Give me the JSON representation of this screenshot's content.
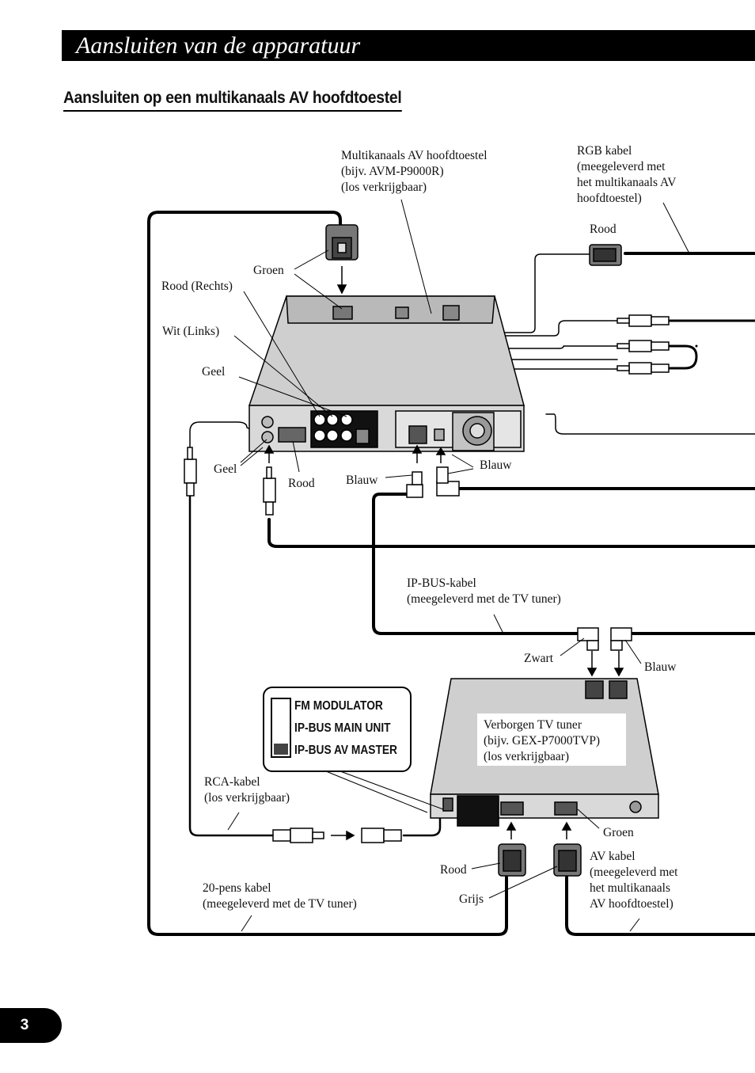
{
  "header": {
    "title": "Aansluiten van de apparatuur"
  },
  "section": {
    "title": "Aansluiten op een multikanaals AV hoofdtoestel"
  },
  "labels": {
    "av_main_unit": [
      "Multikanaals AV hoofdtoestel",
      "(bijv. AVM-P9000R)",
      "(los verkrijgbaar)"
    ],
    "rgb_cable": [
      "RGB kabel",
      "(meegeleverd met",
      "het multikanaals AV",
      "hoofdtoestel)"
    ],
    "rood_top": "Rood",
    "groen_top": "Groen",
    "rood_rechts": "Rood (Rechts)",
    "wit_links": "Wit (Links)",
    "geel_1": "Geel",
    "geel_2": "Geel",
    "rood_mid": "Rood",
    "blauw_left": "Blauw",
    "blauw_right": "Blauw",
    "ipbus_cable": [
      "IP-BUS-kabel",
      "(meegeleverd met de TV tuner)"
    ],
    "zwart": "Zwart",
    "blauw_tuner": "Blauw",
    "tv_tuner": [
      "Verborgen TV tuner",
      "(bijv. GEX-P7000TVP)",
      "(los verkrijgbaar)"
    ],
    "rca_cable": [
      "RCA-kabel",
      "(los verkrijgbaar)"
    ],
    "groen_bottom": "Groen",
    "av_cable": [
      "AV kabel",
      "(meegeleverd met",
      "het multikanaals",
      "AV hoofdtoestel)"
    ],
    "rood_bottom": "Rood",
    "grijs": "Grijs",
    "pin20_cable": [
      "20-pens kabel",
      "(meegeleverd met de TV tuner)"
    ]
  },
  "switch_panel": {
    "options": [
      "FM MODULATOR",
      "IP-BUS MAIN UNIT",
      "IP-BUS AV MASTER"
    ]
  },
  "page": {
    "number": "3"
  }
}
